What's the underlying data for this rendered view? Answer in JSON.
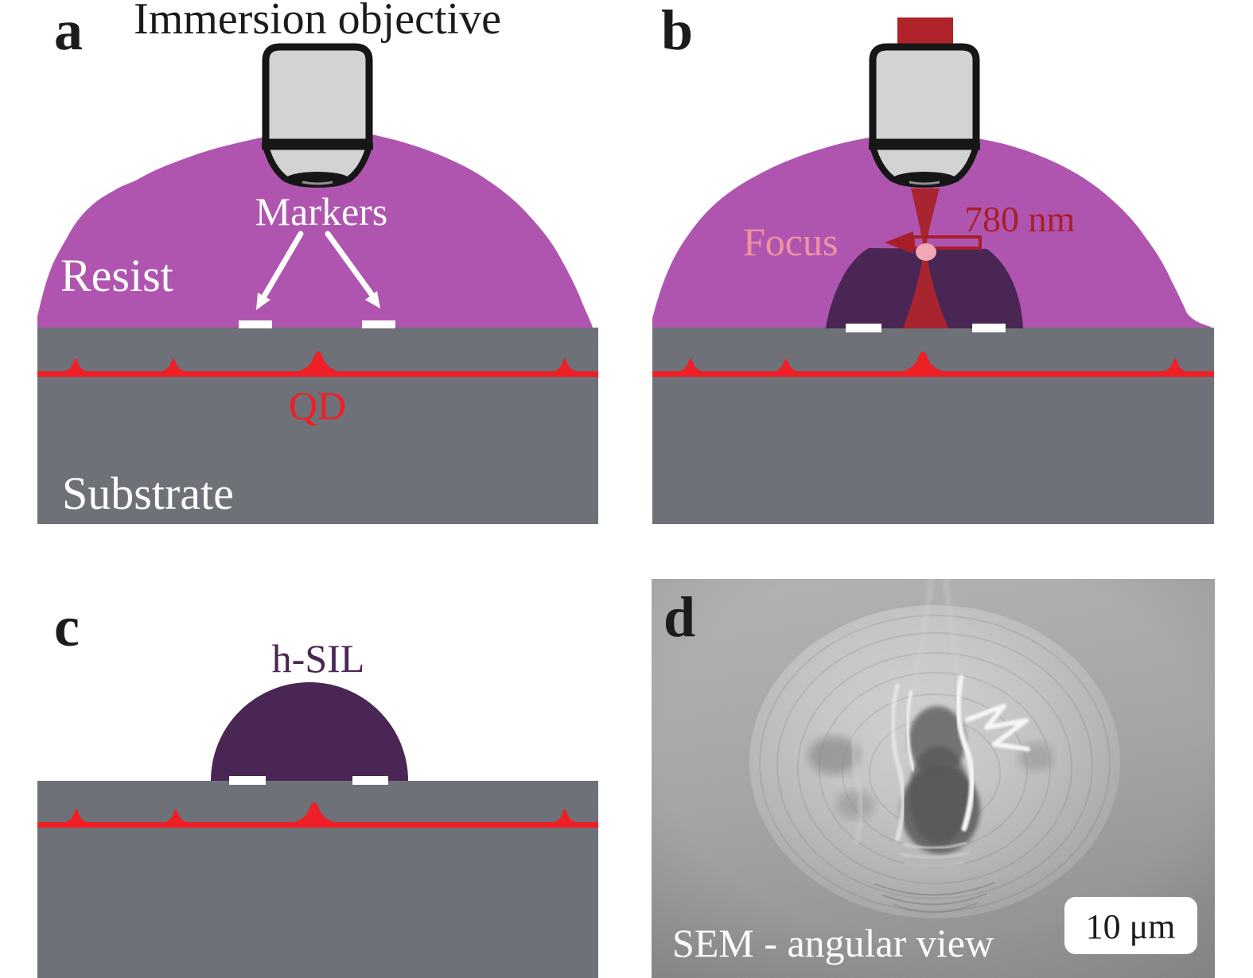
{
  "panels": {
    "a": {
      "label": "a",
      "objective_label": "Immersion objective",
      "markers_label": "Markers",
      "resist_label": "Resist",
      "qd_label": "QD",
      "substrate_label": "Substrate"
    },
    "b": {
      "label": "b",
      "focus_label": "Focus",
      "wavelength_label": "780 nm"
    },
    "c": {
      "label": "c",
      "sil_label": "h-SIL"
    },
    "d": {
      "label": "d",
      "caption": "SEM - angular view",
      "scale_bar_label": "10 μm"
    }
  },
  "colors": {
    "resist": "#b055af",
    "substrate": "#6e7177",
    "quantum_dots": "#ee1f26",
    "sil": "#492653",
    "laser_beam": "#a8242e",
    "laser_source": "#b1232a",
    "laser_text": "#a81e28",
    "focus_text": "#ee93a1",
    "focus_spot": "#f3a6b3",
    "objective_body": "#d3d3d3",
    "objective_outline": "#161616",
    "marker": "#ffffff",
    "sem_caption": "#fdfdfd",
    "scale_bar_bg": "#ffffff"
  }
}
